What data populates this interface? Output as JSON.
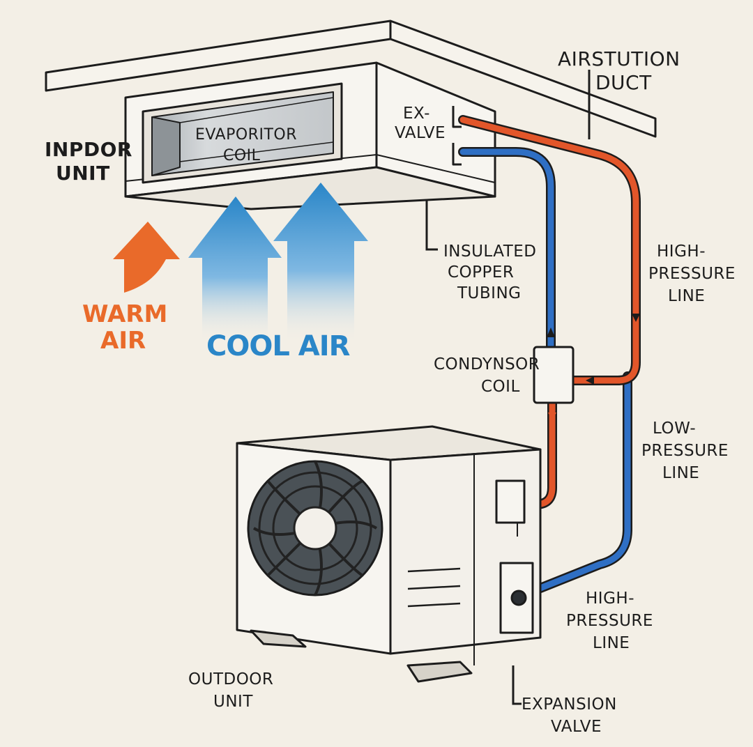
{
  "labels": {
    "indoor_unit": [
      "INPDOR",
      "UNIT"
    ],
    "evaporator_coil": [
      "EVAPORITOR",
      "COIL"
    ],
    "ex_valve": [
      "EX-",
      "VALVE"
    ],
    "air_duct": [
      "AIRSTUTION",
      "DUCT"
    ],
    "warm_air": [
      "WARM",
      "AIR"
    ],
    "cool_air": "COOL AIR",
    "insulated_tubing": [
      "INSULATED",
      "COPPER",
      "TUBING"
    ],
    "high_pressure_top": [
      "HIGH-",
      "PRESSURE",
      "LINE"
    ],
    "condenser_coil": [
      "CONDYNSOR",
      "COIL"
    ],
    "low_pressure": [
      "LOW-",
      "PRESSURE",
      "LINE"
    ],
    "high_pressure_bottom": [
      "HIGH-",
      "PRESSURE",
      "LINE"
    ],
    "outdoor_unit": [
      "OUTDOOR",
      "UNIT"
    ],
    "expansion_valve": [
      "EXPANSION",
      "VALVE"
    ]
  },
  "colors": {
    "background": "#f3efe6",
    "outline": "#1c1c1c",
    "hot_line": "#e2562a",
    "cold_line": "#2f6fc4",
    "warm_air": "#e96a2a",
    "cool_air": "#2a86c8",
    "fan_grille": "#4a5156"
  }
}
